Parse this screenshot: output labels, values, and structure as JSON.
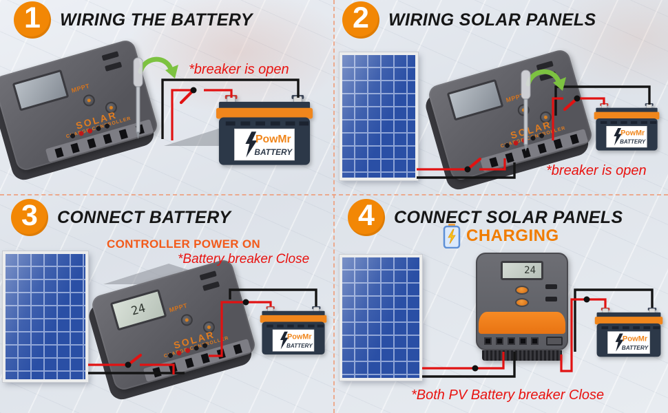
{
  "steps": [
    {
      "num": "1",
      "title": "WIRING THE BATTERY",
      "note": "*breaker is open"
    },
    {
      "num": "2",
      "title": "WIRING SOLAR PANELS",
      "note": "*breaker is open"
    },
    {
      "num": "3",
      "title": "CONNECT BATTERY",
      "status": "CONTROLLER POWER ON",
      "note": "*Battery breaker Close"
    },
    {
      "num": "4",
      "title": "CONNECT SOLAR PANELS",
      "status": "CHARGING",
      "note": "*Both PV Battery breaker Close"
    }
  ],
  "battery": {
    "brand": "PowMr",
    "label": "BATTERY"
  },
  "controller": {
    "solar": "SOLAR",
    "charge": "CHARGE CONTROLLER",
    "mppt": "MPPT",
    "lcd": "24"
  },
  "colors": {
    "accent_orange": "#f28705",
    "status_orange": "#f25a1a",
    "charging_orange": "#f07c00",
    "annotation_red": "#e8120f",
    "panel_blue": "#2a4fa5",
    "battery_navy": "#2c3848",
    "battery_orange": "#f0861c",
    "wire_red": "#e11212",
    "wire_black": "#141414",
    "divider_salmon": "#ee9f7d"
  }
}
